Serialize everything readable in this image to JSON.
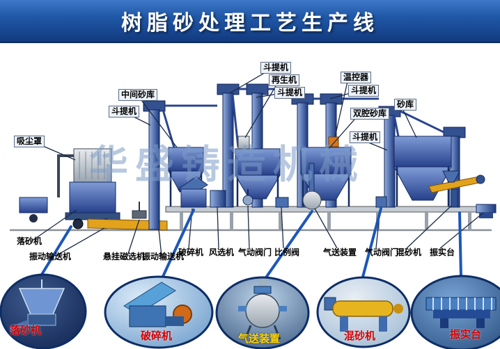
{
  "title": "树脂砂处理工艺生产线",
  "watermark": "华盛铸造机械",
  "colors": {
    "header_bg": "#1d4f9e",
    "equipment_blue": "#3a5fa8",
    "connector_blue": "#1c57b8",
    "callout_label_red": "#d40000",
    "callout_label_yellow": "#ffd400",
    "conveyor_yellow": "#e2a21c"
  },
  "diagram_labels": [
    {
      "id": "intermediate-sand-silo",
      "text": "中间砂库"
    },
    {
      "id": "bucket-elevator-left",
      "text": "斗提机"
    },
    {
      "id": "dust-hood",
      "text": "吸尘罩"
    },
    {
      "id": "bucket-elevator-top",
      "text": "斗提机"
    },
    {
      "id": "regenerator",
      "text": "再生机"
    },
    {
      "id": "bucket-elevator-mid",
      "text": "斗提机"
    },
    {
      "id": "temperature-controller",
      "text": "温控器"
    },
    {
      "id": "bucket-elevator-4",
      "text": "斗提机"
    },
    {
      "id": "double-chamber-silo",
      "text": "双腔砂库"
    },
    {
      "id": "sand-silo",
      "text": "砂库"
    },
    {
      "id": "bucket-elevator-right",
      "text": "斗提机"
    },
    {
      "id": "shakeout-machine",
      "text": "落砂机"
    },
    {
      "id": "vibrating-conveyor-1",
      "text": "振动输送机"
    },
    {
      "id": "magnetic-separator",
      "text": "悬挂磁选机"
    },
    {
      "id": "vibrating-conveyor-2",
      "text": "振动输送机"
    },
    {
      "id": "crusher",
      "text": "破碎机"
    },
    {
      "id": "air-classifier",
      "text": "风选机"
    },
    {
      "id": "pneumatic-valve-1",
      "text": "气动阀门"
    },
    {
      "id": "proportional-valve",
      "text": "比例阀"
    },
    {
      "id": "pneumatic-conveyor",
      "text": "气送装置"
    },
    {
      "id": "pneumatic-valve-2",
      "text": "气动阀门"
    },
    {
      "id": "sand-mixer",
      "text": "混砂机"
    },
    {
      "id": "compaction-table",
      "text": "振实台"
    }
  ],
  "callouts": [
    {
      "id": "shakeout-photo",
      "label": "落砂机",
      "color": "red"
    },
    {
      "id": "crusher-photo",
      "label": "破碎机",
      "color": "red"
    },
    {
      "id": "pneumatic-conveyor-photo",
      "label": "气送装置",
      "color": "yellow"
    },
    {
      "id": "sand-mixer-photo",
      "label": "混砂机",
      "color": "red"
    },
    {
      "id": "compaction-table-photo",
      "label": "振实台",
      "color": "red"
    }
  ]
}
